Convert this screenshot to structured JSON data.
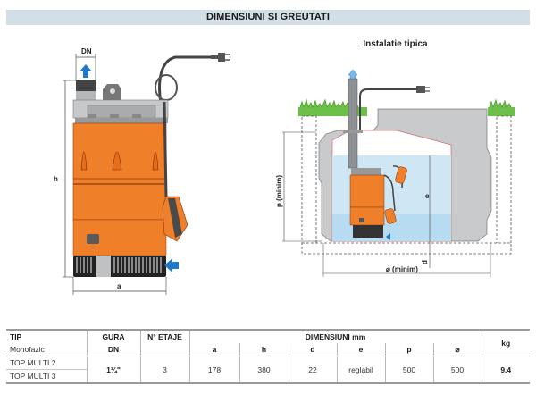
{
  "header": {
    "title": "DIMENSIUNI SI GREUTATI"
  },
  "left_drawing": {
    "labels": {
      "dn": "DN",
      "h": "h",
      "a": "a"
    },
    "colors": {
      "pump_orange": "#f07f2a",
      "arrow_blue": "#1f78c8",
      "metal_grey": "#b9bcbe"
    }
  },
  "right_drawing": {
    "title": "Instalatie tipica",
    "labels": {
      "p": "p (minim)",
      "e": "e",
      "d": "d",
      "diameter": "⌀ (minim)"
    },
    "colors": {
      "water": "#cfe7f5",
      "grass": "#6cc04a",
      "tank": "#c9cacb"
    }
  },
  "table": {
    "headers": {
      "tip": "TIP",
      "tip_sub": "Monofazic",
      "gura": "GURA",
      "gura_sub": "DN",
      "etaje": "N° ETAJE",
      "dimensiuni": "DIMENSIUNI mm",
      "dims": [
        "a",
        "h",
        "d",
        "e",
        "p",
        "⌀"
      ],
      "kg": "kg"
    },
    "models": [
      "TOP MULTI 2",
      "TOP MULTI 3"
    ],
    "values": {
      "gura": "1¼\"",
      "etaje": "3",
      "a": "178",
      "h": "380",
      "d": "22",
      "e": "reglabil",
      "p": "500",
      "diameter": "500",
      "kg": "9.4"
    }
  }
}
